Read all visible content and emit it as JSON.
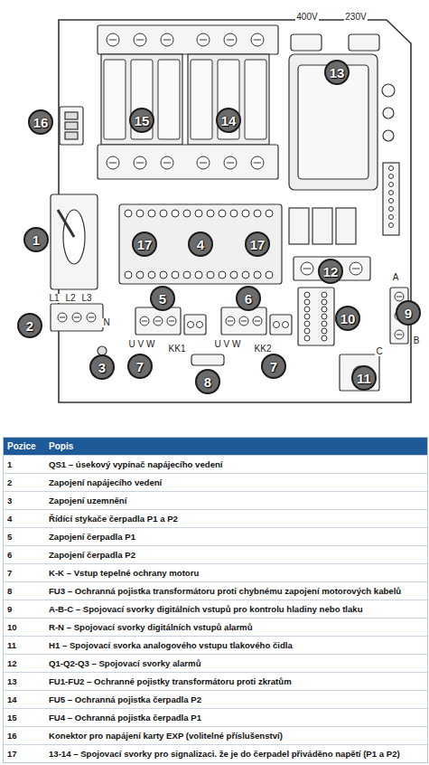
{
  "diagram": {
    "nodes": [
      {
        "text": [
          "13"
        ]
      },
      {
        "text": [
          "16"
        ]
      },
      {
        "text": [
          "15"
        ]
      },
      {
        "text": [
          "14"
        ]
      },
      {
        "text": [
          "1"
        ]
      },
      {
        "text": [
          "17"
        ]
      },
      {
        "text": [
          "4"
        ]
      },
      {
        "text": [
          "17"
        ]
      },
      {
        "text": [
          "12"
        ]
      },
      {
        "text": [
          "5"
        ]
      },
      {
        "text": [
          "6"
        ]
      },
      {
        "text": [
          "2"
        ]
      },
      {
        "text": [
          "10"
        ]
      },
      {
        "text": [
          "9"
        ]
      },
      {
        "text": [
          "3"
        ]
      },
      {
        "text": [
          "7"
        ]
      },
      {
        "text": [
          "7"
        ]
      },
      {
        "text": [
          "8"
        ]
      },
      {
        "text": [
          "11"
        ]
      }
    ],
    "labels": [
      "400V",
      "230V",
      "L1",
      "L2",
      "L3",
      "N",
      "U V W",
      "U V W",
      "KK1",
      "KK2",
      "A",
      "B",
      "C",
      "Pozice",
      "Popis",
      "1",
      "QS1 – úsekový vypínač napájecího vedení",
      "2",
      "Zapojení napájecího vedení",
      "3",
      "Zapojení uzemnění",
      "4",
      "Řídící stykače čerpadla P1 a P2",
      "5",
      "Zapojení čerpadla P1",
      "6",
      "Zapojení čerpadla P2",
      "7",
      "K-K – Vstup tepelné ochrany motoru",
      "8",
      "FU3 – Ochranná pojistka transformátoru proti chybnému zapojení motorových kabelů",
      "9",
      "A-B-C – Spojovací svorky digitálních vstupů pro kontrolu hladiny nebo tlaku",
      "10",
      "R-N – Spojovací svorky digitálních vstupů alarmů",
      "11",
      "H1 – Spojovací svorka analogového vstupu tlakového čidla",
      "12",
      "Q1-Q2-Q3 – Spojovací svorky alarmů",
      "13",
      "FU1-FU2 – Ochranné pojistky transformátoru proti zkratům",
      "14",
      "FU5 – Ochranná pojistka čerpadla P2",
      "15",
      "FU4 – Ochranná pojistka čerpadla P1",
      "16",
      "Konektor pro napájení karty EXP (volitelné příslušenství)",
      "17",
      "13-14 – Spojovací svorky pro signalizaci. že je do čerpadel přiváděno napětí (P1 a P2)"
    ]
  }
}
